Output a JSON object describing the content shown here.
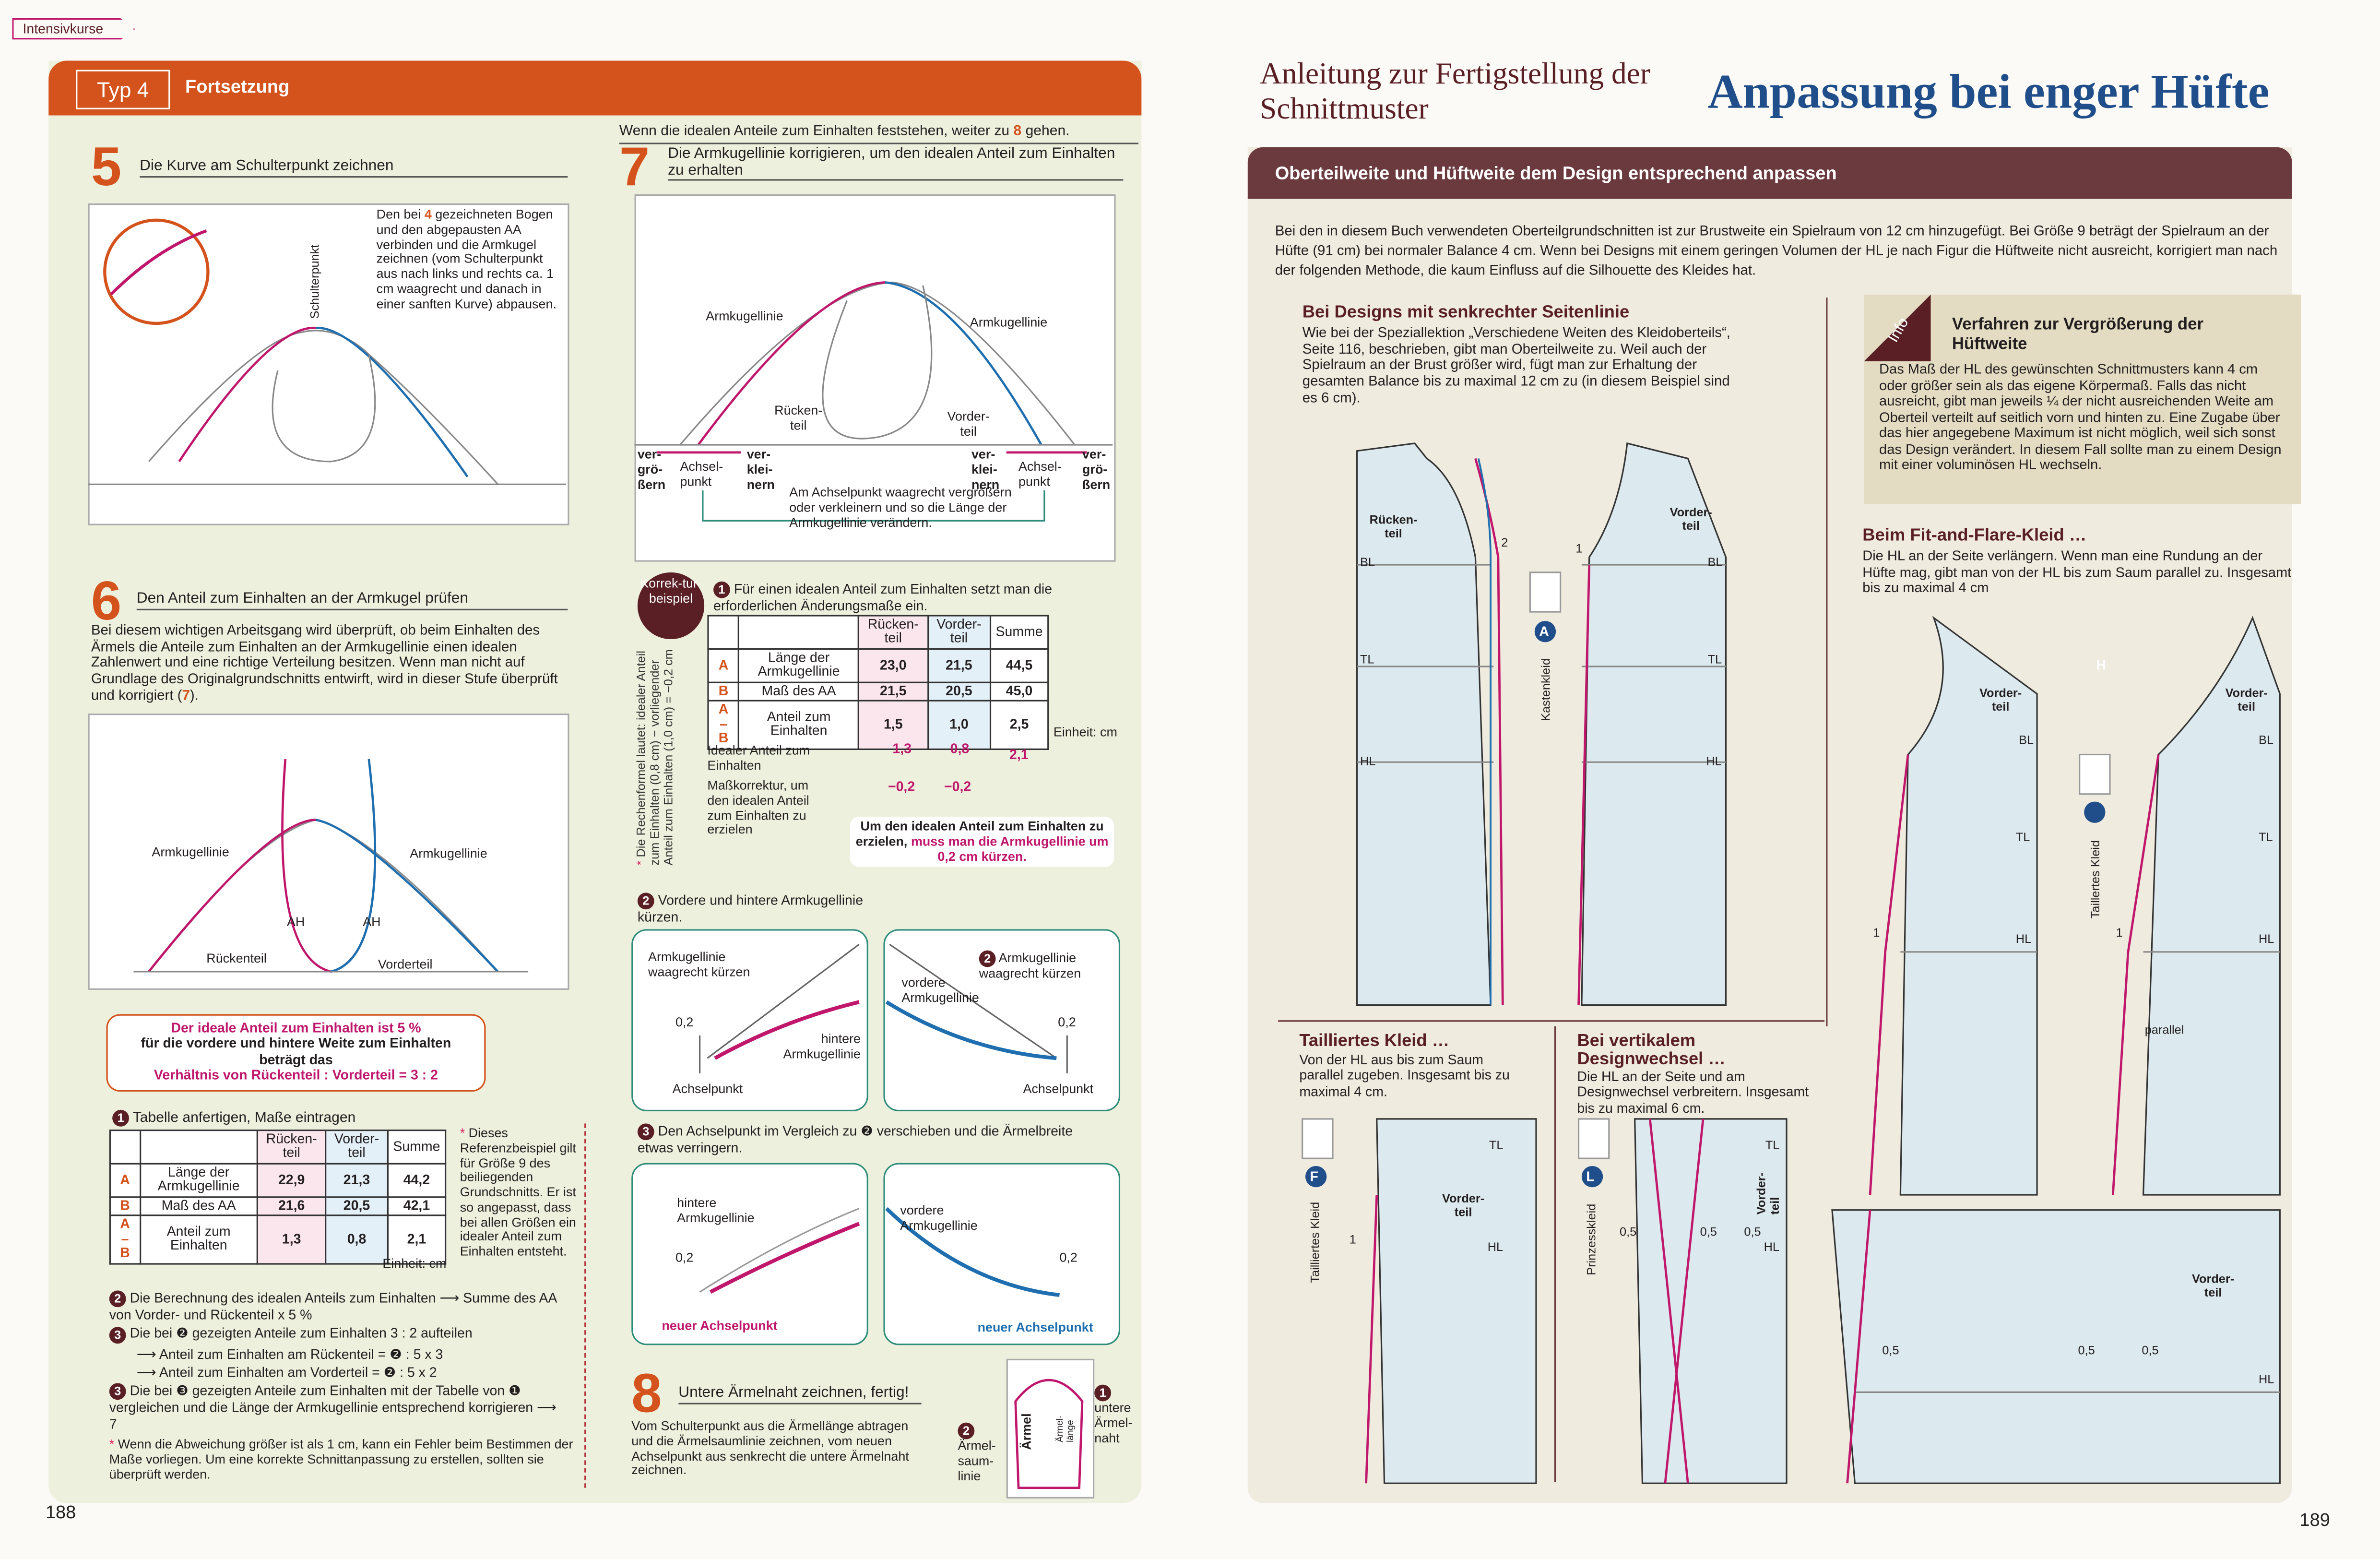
{
  "left_page": {
    "tab": "Intensivkurse",
    "header": {
      "type": "Typ 4",
      "title": "Fortsetzung"
    },
    "page_number": "188",
    "step5": {
      "num": "5",
      "title": "Die Kurve am Schulterpunkt zeichnen",
      "note_pre": "Den bei ",
      "note_ref": "4",
      "note_post": " gezeichneten Bogen und den abgepausten AA verbinden und die Armkugel zeichnen (vom Schulterpunkt aus nach links und rechts ca. 1 cm waagrecht und danach in einer sanften Kurve) abpausen.",
      "label_shoulder": "Schulterpunkt"
    },
    "step6": {
      "num": "6",
      "title": "Den Anteil zum Einhalten an der Armkugel prüfen",
      "text_pre": "Bei diesem wichtigen Arbeitsgang wird überprüft, ob beim Einhalten des Ärmels die Anteile zum Einhalten an der Armkugellinie einen idealen Zahlenwert und eine richtige Verteilung besitzen. Wenn man nicht auf Grundlage des Originalgrundschnitts entwirft, wird in dieser Stufe überprüft und korrigiert (",
      "text_ref": "7",
      "text_post": ").",
      "labels": {
        "arm_left": "Armkugellinie",
        "arm_right": "Armkugellinie",
        "ah1": "AH",
        "ah2": "AH",
        "back": "Rückenteil",
        "front": "Vorderteil"
      },
      "callout": {
        "l1": "Der ideale Anteil zum Einhalten ist 5 %",
        "l2": "für die vordere und hintere Weite zum Einhalten",
        "l3": "beträgt das",
        "l4": "Verhältnis von Rückenteil : Vorderteil = 3 : 2"
      }
    },
    "table1": {
      "title": "Tabelle anfertigen, Maße eintragen",
      "num": "1",
      "headers": [
        "Rücken-teil",
        "Vorder-teil",
        "Summe"
      ],
      "rows": [
        {
          "key": "A",
          "label": "Länge der Armkugellinie",
          "values": [
            "22,9",
            "21,3",
            "44,2"
          ]
        },
        {
          "key": "B",
          "label": "Maß des AA",
          "values": [
            "21,6",
            "20,5",
            "42,1"
          ]
        },
        {
          "key": "A – B",
          "label": "Anteil zum Einhalten",
          "values": [
            "1,3",
            "0,8",
            "2,1"
          ]
        }
      ],
      "unit": "Einheit: cm",
      "footnote": "Dieses Referenzbeispiel gilt für Größe 9 des beiliegenden Grundschnitts. Er ist so angepasst, dass bei allen Größen ein idealer Anteil zum Einhalten entsteht."
    },
    "list": [
      {
        "num": "2",
        "text": "Die Berechnung des idealen Anteils zum Einhalten ⟶ Summe des AA von Vorder- und Rückenteil x 5 %"
      },
      {
        "num": "3",
        "text": "Die bei ❷ gezeigten Anteile zum Einhalten 3 : 2 aufteilen"
      },
      {
        "num": "",
        "text": "⟶ Anteil zum Einhalten am Rückenteil = ❷ : 5 x 3"
      },
      {
        "num": "",
        "text": "⟶ Anteil zum Einhalten am Vorderteil = ❷ : 5 x 2"
      },
      {
        "num": "3",
        "text": "Die bei ❸ gezeigten Anteile zum Einhalten mit der Tabelle von ❶ vergleichen und die Länge der Armkugellinie entsprechend korrigieren ⟶ 7"
      }
    ],
    "warning": "Wenn die Abweichung größer ist als 1 cm, kann ein Fehler beim Bestimmen der Maße vorliegen. Um eine korrekte Schnittanpassung zu erstellen, sollten sie überprüft werden.",
    "step7": {
      "intro_pre": "Wenn die idealen Anteile zum Einhalten feststehen, weiter zu ",
      "intro_ref": "8",
      "intro_post": " gehen.",
      "num": "7",
      "title": "Die Armkugellinie korrigieren, um den idealen Anteil zum Einhalten zu erhalten",
      "labels": {
        "arm_left": "Armkugellinie",
        "arm_right": "Armkugellinie",
        "back": "Rücken-teil",
        "front": "Vorder-teil",
        "enlarge_l": "ver-grö-ßern",
        "axle_l": "Achsel-punkt",
        "shrink_l": "ver-klei-nern",
        "shrink_r": "ver-klei-nern",
        "axle_r": "Achsel-punkt",
        "enlarge_r": "ver-grö-ßern",
        "note": "Am Achselpunkt waagrecht vergrößern oder verkleinern und so die Länge der Armkugellinie verändern."
      }
    },
    "korrektur": {
      "badge": "Korrek-tur-beispiel",
      "num": "1",
      "text": "Für einen idealen Anteil zum Einhalten setzt man die erforderlichen Änderungsmaße ein.",
      "headers": [
        "Rücken-teil",
        "Vorder-teil",
        "Summe"
      ],
      "rows": [
        {
          "key": "A",
          "label": "Länge der Armkugellinie",
          "values": [
            "23,0",
            "21,5",
            "44,5"
          ]
        },
        {
          "key": "B",
          "label": "Maß des AA",
          "values": [
            "21,5",
            "20,5",
            "45,0"
          ]
        },
        {
          "key": "A – B",
          "label": "Anteil zum Einhalten",
          "values": [
            "1,5",
            "1,0",
            "2,5"
          ]
        }
      ],
      "unit": "Einheit: cm",
      "ideal_label": "Idealer Anteil zum Einhalten",
      "ideal_values": [
        "1,3",
        "0,8",
        "2,1"
      ],
      "corr_label": "Maßkorrektur, um den idealen Anteil zum Einhalten zu erzielen",
      "corr_values": [
        "−0,2",
        "−0,2"
      ],
      "result_black": "Um den idealen Anteil zum Einhalten zu erzielen,",
      "result_magenta": "muss man die Armkugellinie um 0,2 cm kürzen.",
      "side_note": "Die Rechenformel lautet: idealer Anteil zum Einhalten (0,8 cm) − vorliegender Anteil zum Einhalten (1,0 cm) = −0,2 cm"
    },
    "sub2": {
      "num": "2",
      "title": "Vordere und hintere Armkugellinie kürzen.",
      "box_l": {
        "label": "Armkugellinie waagrecht kürzen",
        "val": "0,2",
        "curve": "hintere Armkugellinie",
        "point": "Achselpunkt"
      },
      "box_r": {
        "label": "Armkugellinie waagrecht kürzen",
        "curve": "vordere Armkugellinie",
        "val": "0,2",
        "point": "Achselpunkt"
      }
    },
    "sub3": {
      "num": "3",
      "title": "Den Achselpunkt im Vergleich zu ❷ verschieben und die Ärmelbreite etwas verringern.",
      "box_l": {
        "curve": "hintere Armkugellinie",
        "val": "0,2",
        "point": "neuer Achselpunkt"
      },
      "box_r": {
        "curve": "vordere Armkugellinie",
        "val": "0,2",
        "point": "neuer Achselpunkt"
      }
    },
    "step8": {
      "num": "8",
      "title": "Untere Ärmelnaht zeichnen, fertig!",
      "text": "Vom Schulterpunkt aus die Ärmellänge abtragen und die Ärmelsaumlinie zeichnen, vom neuen Achselpunkt aus senkrecht die untere Ärmelnaht zeichnen.",
      "l1": "untere Ärmel-naht",
      "l2": "Ärmel-saum-linie",
      "l3": "Ärmel",
      "l4": "Ärmel-länge"
    }
  },
  "right_page": {
    "kicker": "Anleitung zur Fertigstellung der Schnittmuster",
    "title": "Anpassung bei enger Hüfte",
    "bar": "Oberteilweite und Hüftweite dem Design entsprechend anpassen",
    "intro": "Bei den in diesem Buch verwendeten Oberteilgrundschnitten ist zur Brustweite ein Spielraum von 12 cm hinzugefügt. Bei Größe 9 beträgt der Spielraum an der Hüfte (91 cm) bei normaler Balance 4 cm. Wenn bei Designs mit einem geringen Volumen der HL je nach Figur die Hüftweite nicht ausreicht, korrigiert man nach der folgenden Methode, die kaum Einfluss auf die Silhouette des Kleides hat.",
    "sec1": {
      "title": "Bei Designs mit senkrechter Seitenlinie",
      "text": "Wie bei der Speziallektion „Verschiedene Weiten des Kleidoberteils“, Seite 116, beschrieben, gibt man Oberteilweite zu. Weil auch der Spielraum an der Brust größer wird, fügt man zur Erhaltung der gesamten Balance bis zu maximal 12 cm zu (in diesem Beispiel sind es 6 cm).",
      "labels": {
        "back": "Rücken-teil",
        "front": "Vorder-teil",
        "bl": "BL",
        "tl": "TL",
        "hl": "HL",
        "n2": "2",
        "n1": "1",
        "badge": "A",
        "dress": "Kastenkleid"
      }
    },
    "info": {
      "tag": "Info",
      "title": "Verfahren zur Vergrößerung der Hüftweite",
      "text": "Das Maß der HL des gewünschten Schnittmusters kann 4 cm oder größer sein als das eigene Körpermaß. Falls das nicht ausreicht, gibt man jeweils ¼ der nicht ausreichenden Weite am Oberteil verteilt auf seitlich vorn und hinten zu. Eine Zugabe über das hier angegebene Maximum ist nicht möglich, weil sich sonst das Design verändert. In diesem Fall sollte man zu einem Design mit einer voluminösen HL wechseln."
    },
    "sec2": {
      "title": "Beim Fit-and-Flare-Kleid …",
      "text": "Die HL an der Seite verlängern. Wenn man eine Rundung an der Hüfte mag, gibt man von der HL bis zum Saum parallel zu. Insgesamt bis zu maximal 4 cm",
      "labels": {
        "front": "Vorder-teil",
        "bl": "BL",
        "tl": "TL",
        "hl": "HL",
        "n1": "1",
        "badge": "H",
        "dress": "Taillertes Kleid",
        "parallel": "parallel",
        "v05a": "0,5",
        "v05b": "0,5",
        "v05c": "0,5"
      }
    },
    "sec3": {
      "title": "Tailliertes Kleid …",
      "text": "Von der HL aus bis zum Saum parallel zugeben. Insgesamt bis zu maximal 4 cm.",
      "labels": {
        "front": "Vorder-teil",
        "tl": "TL",
        "hl": "HL",
        "n1": "1",
        "badge": "F",
        "dress": "Tailliertes Kleid"
      }
    },
    "sec4": {
      "title": "Bei vertikalem Designwechsel …",
      "text": "Die HL an der Seite und am Designwechsel verbreitern. Insgesamt bis zu maximal 6 cm.",
      "labels": {
        "front": "Vorder-teil",
        "tl": "TL",
        "hl": "HL",
        "v1": "0,5",
        "v2": "0,5",
        "v3": "0,5",
        "badge": "L",
        "dress": "Prinzesskleid"
      }
    },
    "page_number": "189"
  },
  "colors": {
    "accent": "#d4521c",
    "maroon": "#6b3a3e",
    "magenta": "#c0176c",
    "blue": "#1f6fb0",
    "pattern_fill": "#dce9ef"
  }
}
